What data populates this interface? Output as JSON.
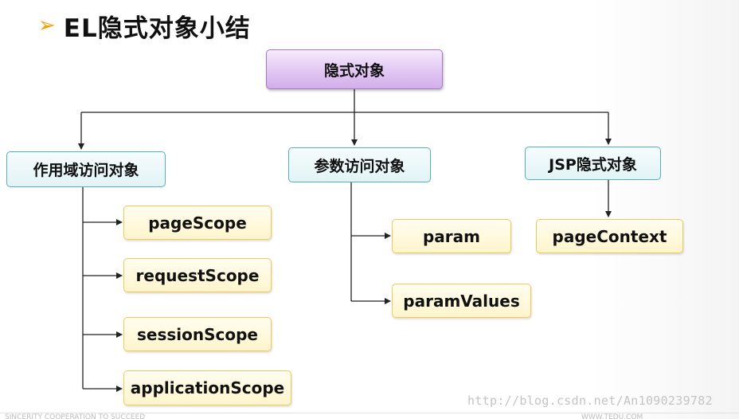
{
  "title": {
    "bullet": "➢",
    "text": "EL隐式对象小结"
  },
  "root": {
    "label": "隐式对象"
  },
  "categories": [
    {
      "label": "作用域访问对象",
      "children": [
        "pageScope",
        "requestScope",
        "sessionScope",
        "applicationScope"
      ]
    },
    {
      "label": "参数访问对象",
      "children": [
        "param",
        "paramValues"
      ]
    },
    {
      "label": "JSP隐式对象",
      "children": [
        "pageContext"
      ]
    }
  ],
  "watermark": "http://blog.csdn.net/An1090239782",
  "footer": {
    "left": "SINCERITY COOPERATION TO SUCCEED",
    "right": "WWW.TEDU.COM"
  },
  "colors": {
    "root_fill": "#e2c7f3",
    "category_fill": "#e2f3f6",
    "leaf_fill": "#fff5cc",
    "connector": "#222222",
    "title_bullet": "#f0a000"
  }
}
